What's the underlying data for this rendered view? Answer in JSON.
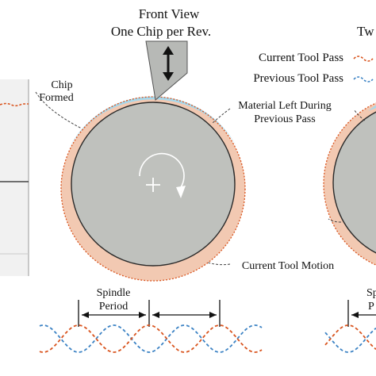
{
  "header": {
    "title_line1": "Front View",
    "title_line2": "One Chip per Rev.",
    "right_clipped_title": "Tw"
  },
  "legend": {
    "current_label": "Current Tool Pass",
    "previous_label": "Previous Tool Pass"
  },
  "labels": {
    "chip_line1": "Chip",
    "chip_line2": "Formed",
    "material_line1": "Material Left During",
    "material_line2": "Previous Pass",
    "motion": "Current Tool Motion",
    "spindle_line1": "Spindle",
    "spindle_line2": "Period",
    "right_spindle_line1": "Sp",
    "right_spindle_line2": "P"
  },
  "colors": {
    "current_pass": "#d9541e",
    "previous_pass": "#3b82c4",
    "chip_fill": "#a6d8ec",
    "material_fill": "#f2c9b2",
    "workpiece_fill": "#bfc1bd",
    "tool_fill": "#b7b9b6"
  },
  "icons": {
    "tool_arrow": "double-vertical-arrow-icon",
    "rotation": "clockwise-rotation-icon",
    "center": "plus-center-icon"
  }
}
